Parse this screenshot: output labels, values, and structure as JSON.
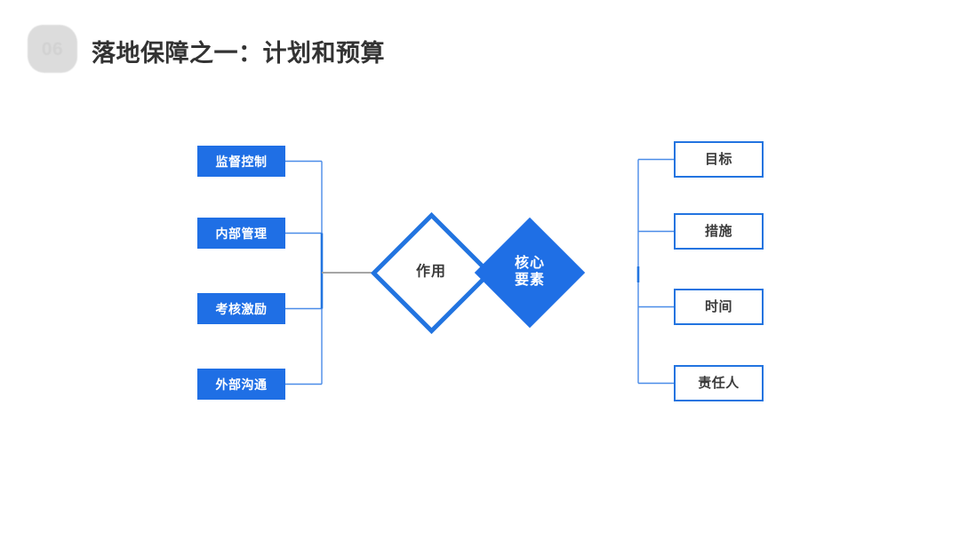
{
  "header": {
    "badge_number": "06",
    "title": "落地保障之一：计划和预算"
  },
  "colors": {
    "brand_blue": "#1f6fe5",
    "border_blue": "#2274e0",
    "connector_blue": "#4a8ce8",
    "connector_gray": "#9a9a9a",
    "badge_gray": "#dcdcdc",
    "text_dark": "#3b3b3b"
  },
  "diagram": {
    "left_branch": {
      "items": [
        {
          "label": "监督控制"
        },
        {
          "label": "内部管理"
        },
        {
          "label": "考核激励"
        },
        {
          "label": "外部沟通"
        }
      ]
    },
    "center": {
      "diamond_left_label": "作用",
      "diamond_right_label": "核心\n要素"
    },
    "right_branch": {
      "items": [
        {
          "label": "目标"
        },
        {
          "label": "措施"
        },
        {
          "label": "时间"
        },
        {
          "label": "责任人"
        }
      ]
    }
  }
}
